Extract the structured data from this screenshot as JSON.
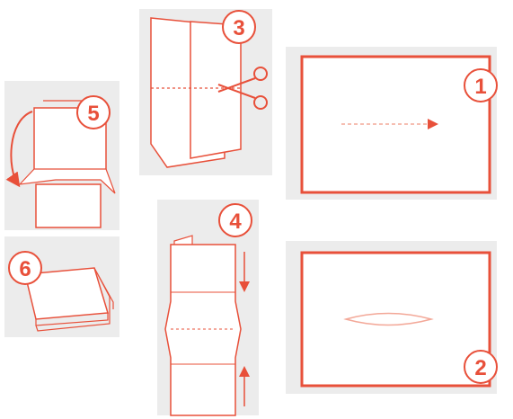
{
  "colors": {
    "panel": "#ececec",
    "line": "#e8503a",
    "paper": "#ffffff",
    "guide": "#f3a898"
  },
  "steps": [
    {
      "number": "1",
      "icon": "paper-sheet-icon"
    },
    {
      "number": "2",
      "icon": "folded-sheet-icon"
    },
    {
      "number": "3",
      "icon": "scissors-icon"
    },
    {
      "number": "4",
      "icon": "push-arrows-icon"
    },
    {
      "number": "5",
      "icon": "fold-arrow-icon"
    },
    {
      "number": "6",
      "icon": "finished-booklet-icon"
    }
  ]
}
